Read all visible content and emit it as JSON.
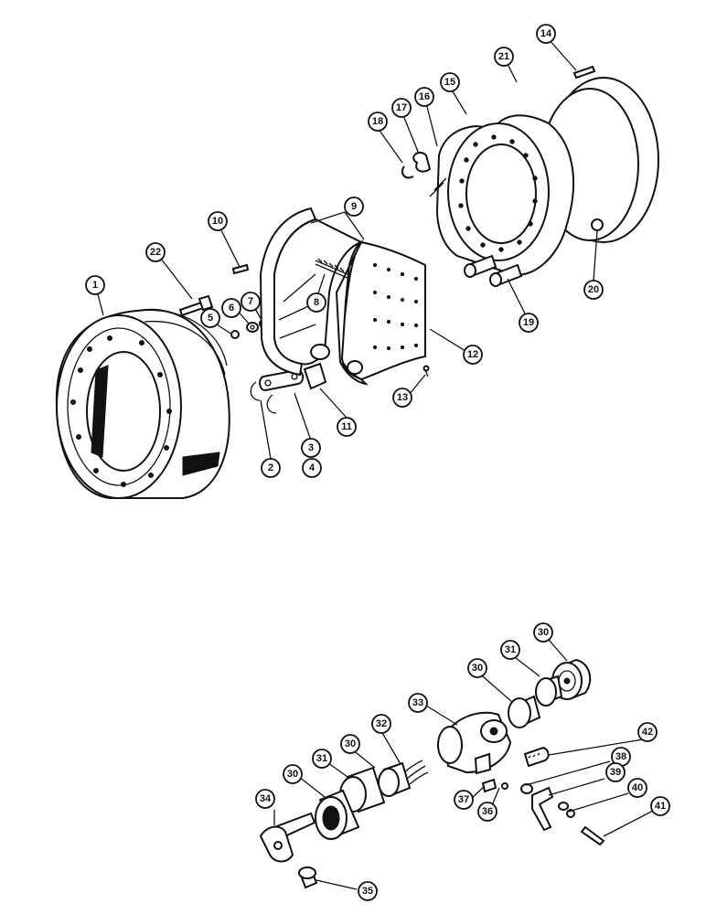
{
  "drum_assembly": {
    "callouts": [
      "1",
      "2",
      "3",
      "4",
      "5",
      "6",
      "7",
      "8",
      "9",
      "10",
      "11",
      "12",
      "13",
      "14",
      "15",
      "16",
      "17",
      "18",
      "19",
      "20",
      "21",
      "22"
    ]
  },
  "wheel_cylinder_assembly": {
    "callouts": [
      "30",
      "31",
      "30",
      "30",
      "31",
      "30",
      "32",
      "33",
      "34",
      "35",
      "36",
      "37",
      "38",
      "39",
      "40",
      "41",
      "42"
    ]
  }
}
